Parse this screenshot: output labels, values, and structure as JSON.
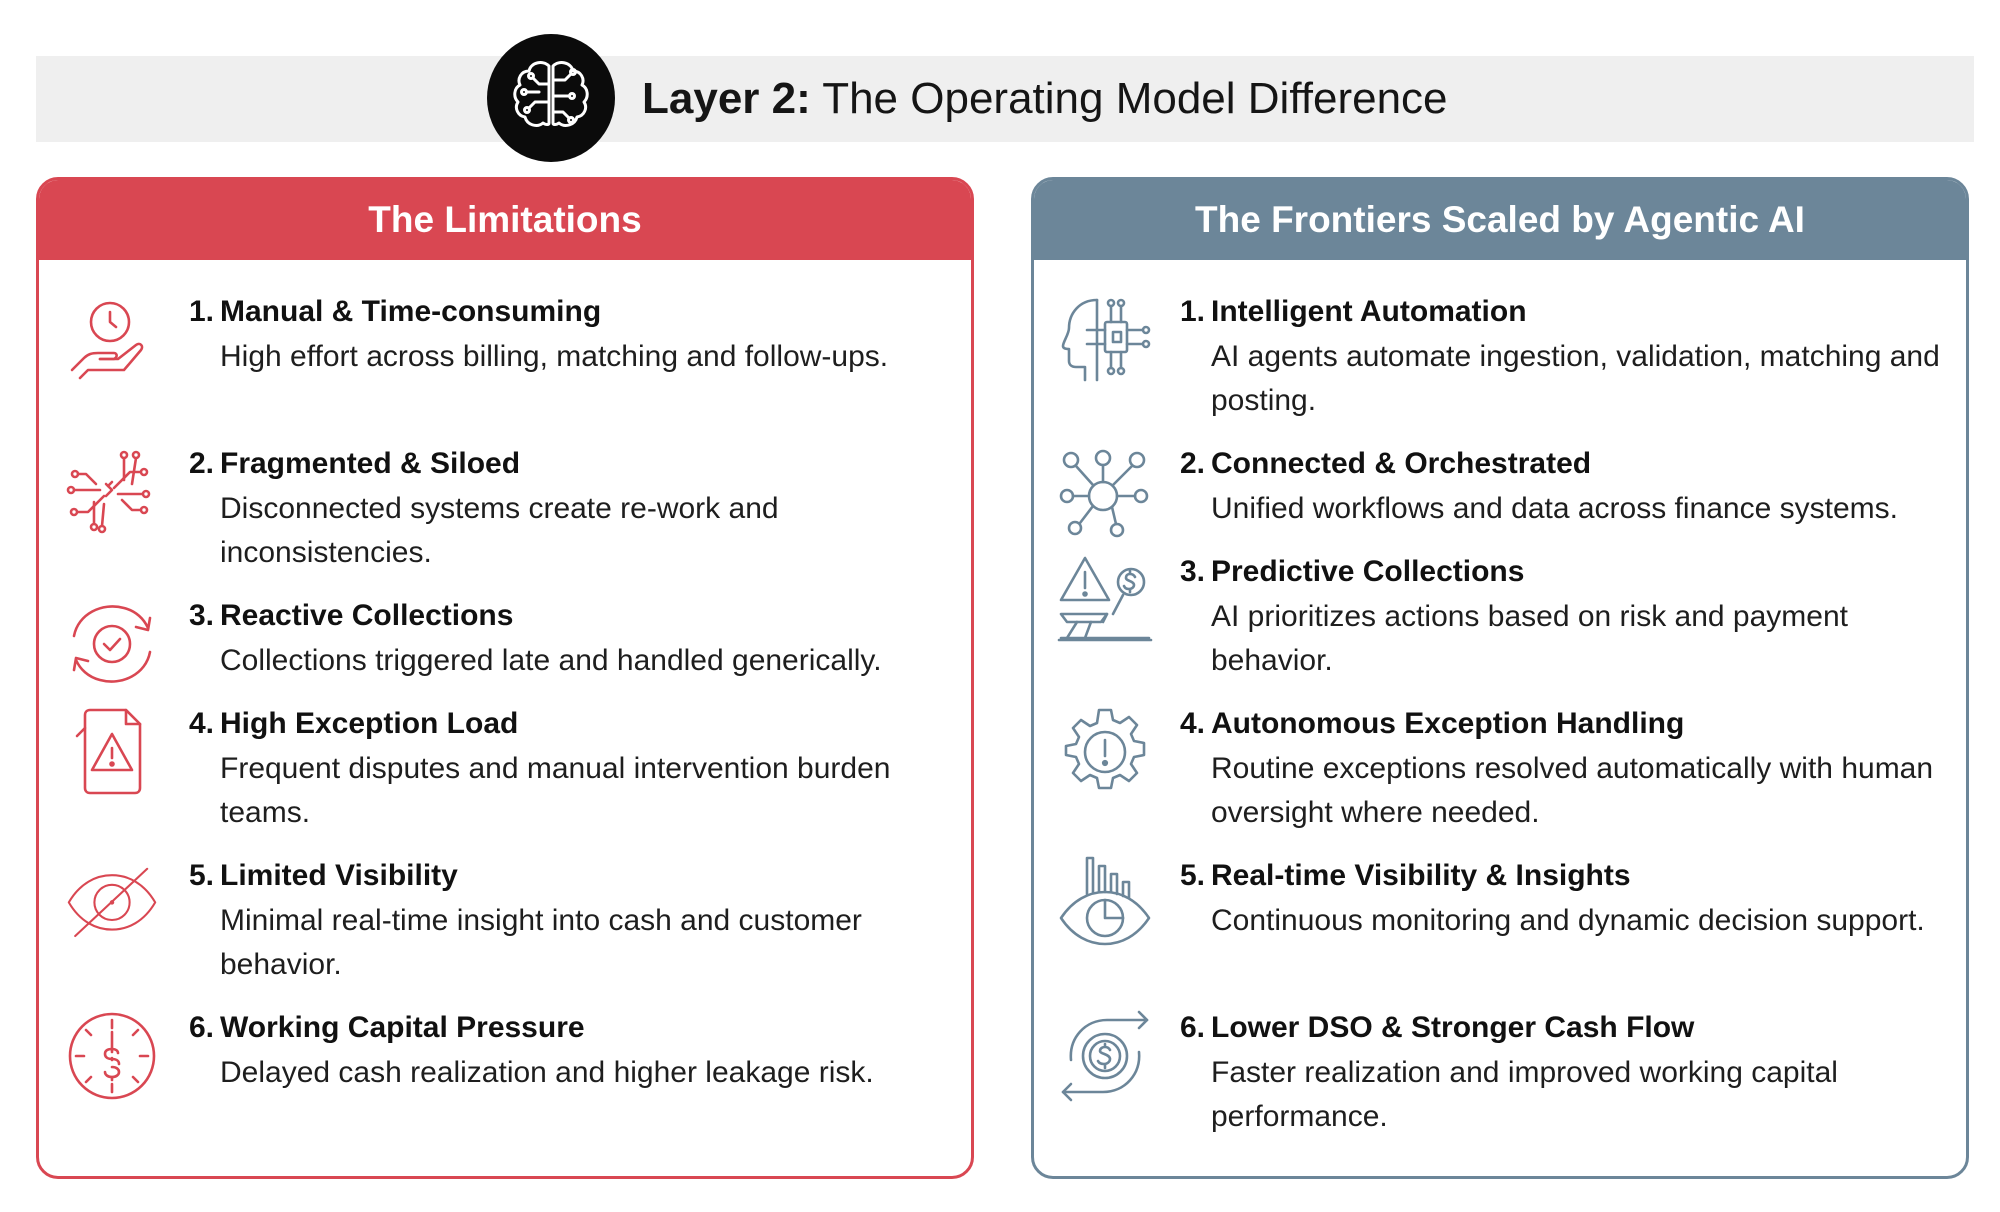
{
  "header": {
    "title_lead": "Layer 2:",
    "title_rest": "The Operating Model Difference",
    "icon": "brain-circuit-icon"
  },
  "colors": {
    "limitations_accent": "#d94752",
    "frontiers_accent": "#6c8699",
    "banner_bg": "#efefef"
  },
  "limitations": {
    "heading": "The Limitations",
    "items": [
      {
        "num": "1.",
        "title": "Manual & Time-consuming",
        "desc": "High effort across billing, matching and follow-ups.",
        "icon": "clock-hand-icon"
      },
      {
        "num": "2.",
        "title": "Fragmented & Siloed",
        "desc": "Disconnected systems create re-work and inconsistencies.",
        "icon": "broken-circuit-icon"
      },
      {
        "num": "3.",
        "title": "Reactive Collections",
        "desc": "Collections triggered late and handled generically.",
        "icon": "refresh-check-icon"
      },
      {
        "num": "4.",
        "title": "High Exception Load",
        "desc": "Frequent disputes and manual intervention burden teams.",
        "icon": "document-warning-icon"
      },
      {
        "num": "5.",
        "title": "Limited Visibility",
        "desc": "Minimal real-time insight into cash and customer behavior.",
        "icon": "eye-slash-icon"
      },
      {
        "num": "6.",
        "title": "Working Capital Pressure",
        "desc": "Delayed cash realization and higher leakage risk.",
        "icon": "dollar-gauge-icon"
      }
    ]
  },
  "frontiers": {
    "heading": "The Frontiers Scaled by Agentic AI",
    "items": [
      {
        "num": "1.",
        "title": "Intelligent Automation",
        "desc": "AI agents automate ingestion, validation, matching and posting.",
        "icon": "ai-head-chip-icon"
      },
      {
        "num": "2.",
        "title": "Connected & Orchestrated",
        "desc": "Unified workflows and data across finance systems.",
        "icon": "network-hub-icon"
      },
      {
        "num": "3.",
        "title": "Predictive Collections",
        "desc": "AI prioritizes actions based on risk and payment behavior.",
        "icon": "risk-dollar-icon"
      },
      {
        "num": "4.",
        "title": "Autonomous Exception Handling",
        "desc": "Routine exceptions resolved automatically with human oversight where needed.",
        "icon": "gear-alert-icon"
      },
      {
        "num": "5.",
        "title": "Real-time Visibility & Insights",
        "desc": "Continuous monitoring and dynamic decision support.",
        "icon": "eye-chart-icon"
      },
      {
        "num": "6.",
        "title": "Lower DSO & Stronger Cash Flow",
        "desc": "Faster realization and improved working capital performance.",
        "icon": "dollar-cycle-icon"
      }
    ]
  }
}
